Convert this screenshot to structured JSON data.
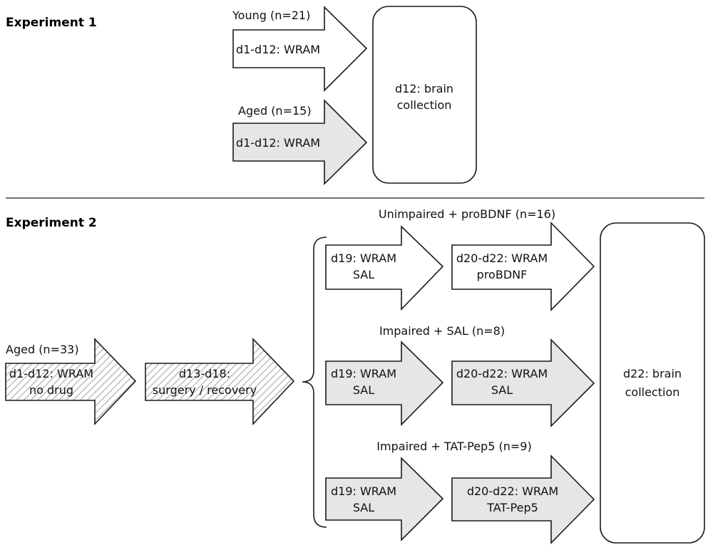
{
  "experiment1": {
    "title": "Experiment 1",
    "young_label": "Young (n=21)",
    "young_arrow": "d1-d12: WRAM",
    "aged_label": "Aged (n=15)",
    "aged_arrow": "d1-d12: WRAM",
    "endpoint": [
      "d12: brain",
      "collection"
    ]
  },
  "experiment2": {
    "title": "Experiment 2",
    "aged_label": "Aged (n=33)",
    "step1": [
      "d1-d12: WRAM",
      "no drug"
    ],
    "step2": [
      "d13-d18:",
      "surgery / recovery"
    ],
    "groups": [
      {
        "label": "Unimpaired + proBDNF (n=16)",
        "a": [
          "d19: WRAM",
          "SAL"
        ],
        "b": [
          "d20-d22: WRAM",
          "proBDNF"
        ]
      },
      {
        "label": "Impaired + SAL (n=8)",
        "a": [
          "d19: WRAM",
          "SAL"
        ],
        "b": [
          "d20-d22: WRAM",
          "SAL"
        ]
      },
      {
        "label": "Impaired + TAT-Pep5 (n=9)",
        "a": [
          "d19: WRAM",
          "SAL"
        ],
        "b": [
          "d20-d22: WRAM",
          "TAT-Pep5"
        ]
      }
    ],
    "endpoint": [
      "d22: brain",
      "collection"
    ]
  },
  "colors": {
    "gray_fill": "#e6e6e6",
    "white_fill": "#ffffff",
    "stroke": "#1a1a1a",
    "hatch": "#b3b3b3"
  }
}
